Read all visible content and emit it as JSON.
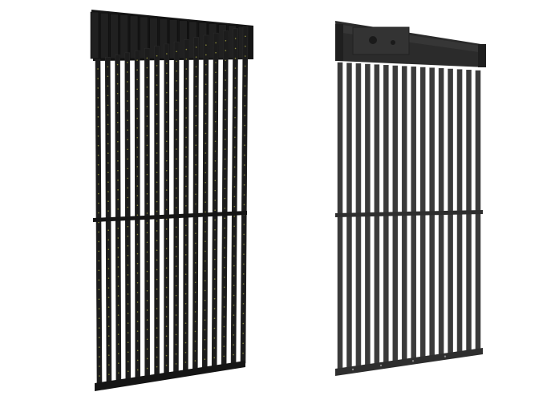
{
  "scene": {
    "background": "#ffffff",
    "products": [
      {
        "name": "led-grille-panel-front",
        "view": "front",
        "colors": {
          "frame": "#151515",
          "strip": "#1c1c1c",
          "strip_edge": "#2a2a2a",
          "module": "#202020",
          "led": "#8a8a3a"
        }
      },
      {
        "name": "led-grille-panel-back",
        "view": "back",
        "colors": {
          "frame": "#2e2e2e",
          "strip": "#3a3a3a",
          "strip_edge": "#4a4a4a",
          "housing": "#2b2b2b",
          "housing_light": "#3d3d3d"
        }
      }
    ]
  }
}
